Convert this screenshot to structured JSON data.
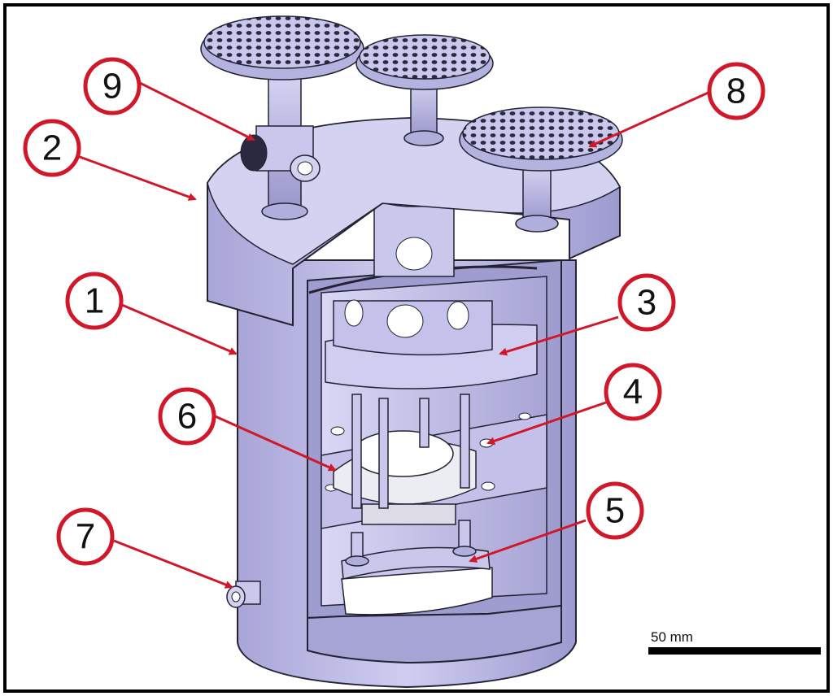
{
  "figure": {
    "callouts": [
      {
        "id": "1",
        "label": "1"
      },
      {
        "id": "2",
        "label": "2"
      },
      {
        "id": "3",
        "label": "3"
      },
      {
        "id": "4",
        "label": "4"
      },
      {
        "id": "5",
        "label": "5"
      },
      {
        "id": "6",
        "label": "6"
      },
      {
        "id": "7",
        "label": "7"
      },
      {
        "id": "8",
        "label": "8"
      },
      {
        "id": "9",
        "label": "9"
      }
    ],
    "scale_bar": {
      "label": "50 mm"
    },
    "colors": {
      "body": "#b9b6e2",
      "body_light": "#d4d2f1",
      "body_dark": "#8f8cc0",
      "outline": "#222233",
      "callout_ring": "#d0182a",
      "arrow": "#d0182a",
      "ring_part": "#e6e6ee"
    }
  }
}
